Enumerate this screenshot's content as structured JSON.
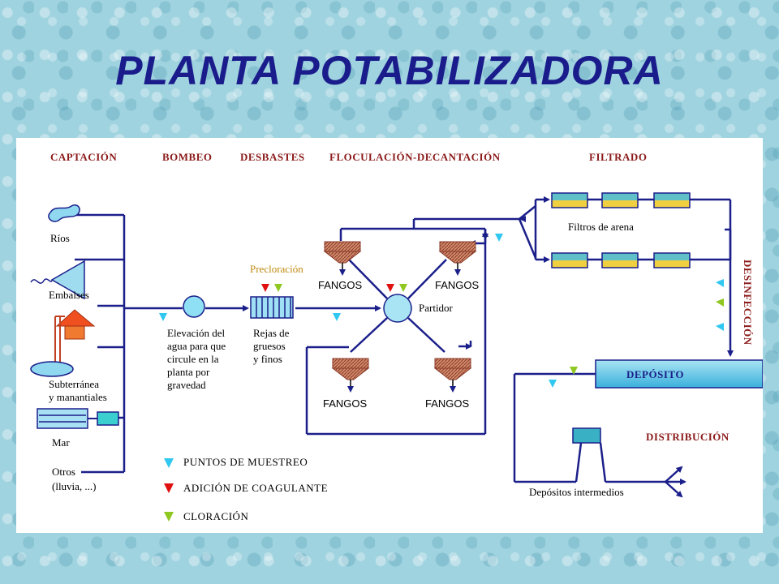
{
  "title": "PLANTA POTABILIZADORA",
  "sections": {
    "captacion": "CAPTACIÓN",
    "bombeo": "BOMBEO",
    "desbastes": "DESBASTES",
    "floculacion": "FLOCULACIÓN-DECANTACIÓN",
    "filtrado": "FILTRADO",
    "desinfeccion": "DESINFECCIÓN",
    "distribucion": "DISTRIBUCIÓN"
  },
  "sources": {
    "rios": "Ríos",
    "embalses": "Embalses",
    "subterranea_1": "Subterránea",
    "subterranea_2": "y manantiales",
    "mar": "Mar",
    "otros_1": "Otros",
    "otros_2": "(lluvia, ...)"
  },
  "bombeo_text": [
    "Elevación del",
    "agua para que",
    "circule en la",
    "planta por",
    "gravedad"
  ],
  "precloracion": "Precloración",
  "rejas_text": [
    "Rejas de",
    "gruesos",
    "y finos"
  ],
  "fangos": "FANGOS",
  "partidor": "Partidor",
  "filtros": "Filtros de arena",
  "deposito": "DEPÓSITO",
  "depositos_intermedios": "Depósitos intermedios",
  "legend": {
    "muestreo": "PUNTOS DE MUESTREO",
    "coagulante": "ADICIÓN DE COAGULANTE",
    "cloracion": "CLORACIÓN"
  },
  "colors": {
    "line": "#1b1f8a",
    "muestreo": "#30c8f0",
    "coagulante": "#e01010",
    "cloracion": "#8ec820",
    "section_text": "#8b1a1a",
    "title": "#1a1c8c"
  }
}
